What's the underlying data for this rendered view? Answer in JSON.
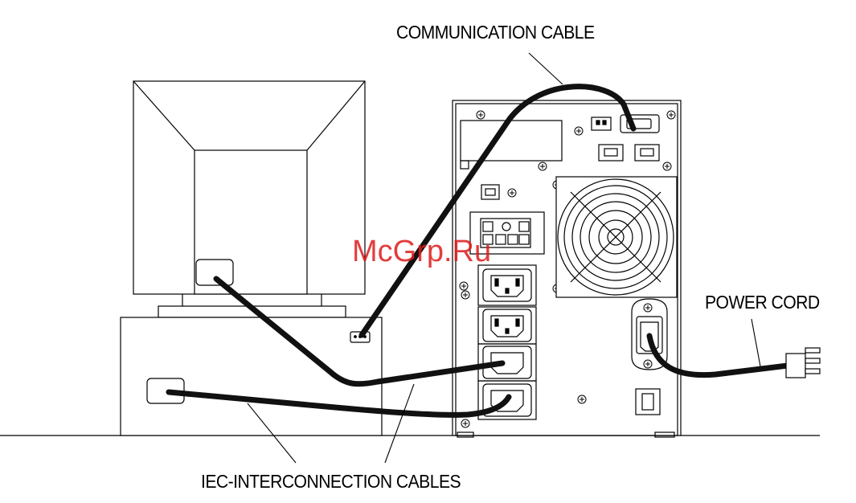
{
  "labels": {
    "communication_cable": "COMMUNICATION CABLE",
    "power_cord": "POWER CORD",
    "iec_cables": "IEC-INTERCONNECTION CABLES"
  },
  "watermark": "McGrp.Ru",
  "colors": {
    "line": "#000000",
    "cable": "#111111",
    "watermark": "#dd1c1c"
  },
  "icons": [
    "monitor-icon",
    "computer-case-icon",
    "ups-unit-icon",
    "cooling-fan-icon",
    "iec-outlet-icon",
    "power-inlet-icon",
    "power-plug-icon",
    "serial-port-icon",
    "phone-jack-icon",
    "usb-port-icon",
    "screw-icon"
  ]
}
